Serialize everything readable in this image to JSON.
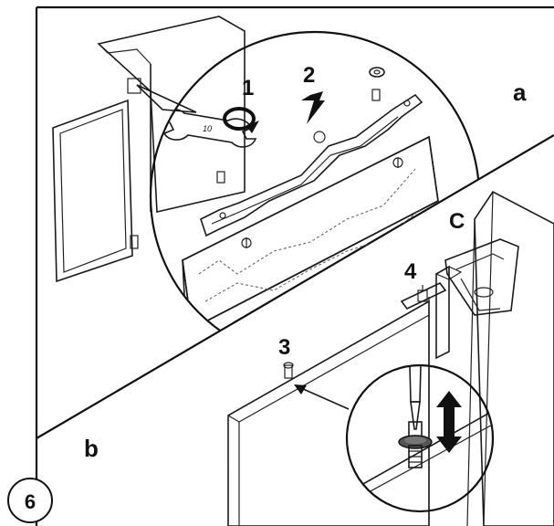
{
  "labels": {
    "panel_a": "a",
    "panel_b": "b",
    "step_1": "1",
    "step_2": "2",
    "step_3": "3",
    "step_4": "4",
    "part_c": "C",
    "figure_number": "6"
  },
  "wrench_text": "10",
  "colors": {
    "line": "#111111",
    "panel_fill": "#e6e6e6",
    "dots": "#bdbdbd",
    "background": "#ffffff"
  }
}
